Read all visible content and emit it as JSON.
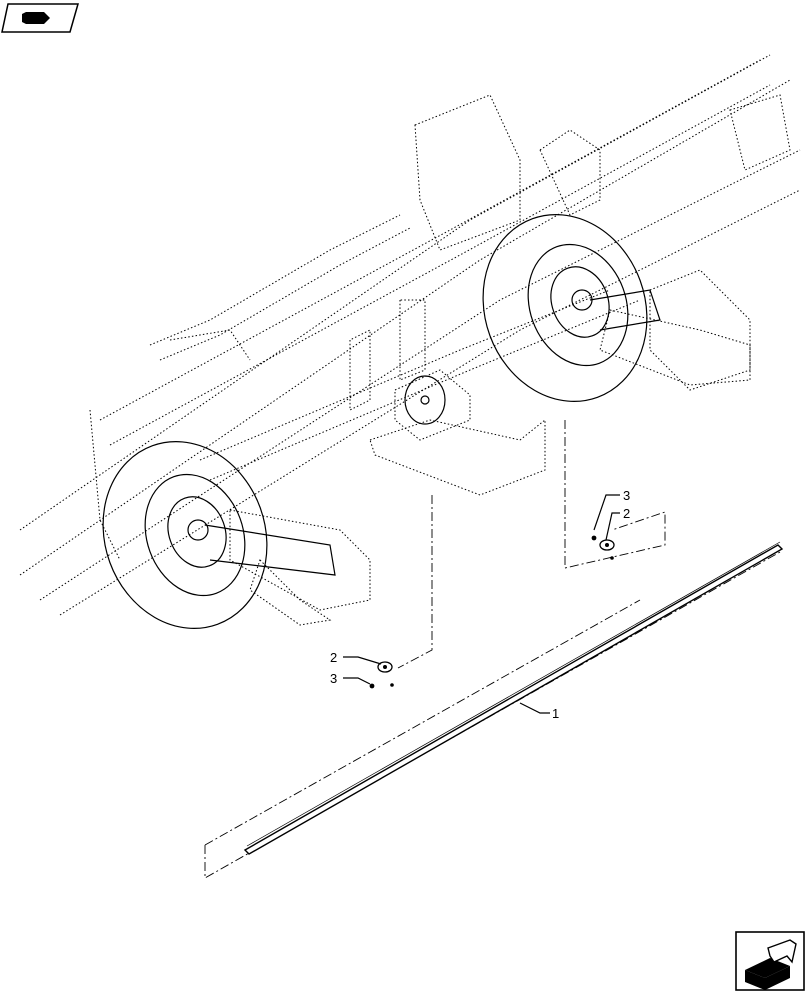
{
  "diagram": {
    "callouts": [
      {
        "id": "callout-1",
        "label": "1"
      },
      {
        "id": "callout-2-right",
        "label": "2"
      },
      {
        "id": "callout-3-right",
        "label": "3"
      },
      {
        "id": "callout-2-left",
        "label": "2"
      },
      {
        "id": "callout-3-left",
        "label": "3"
      }
    ]
  },
  "icons": {
    "top_left": "book-arrow-icon",
    "bottom_right": "next-page-arrow-icon"
  }
}
